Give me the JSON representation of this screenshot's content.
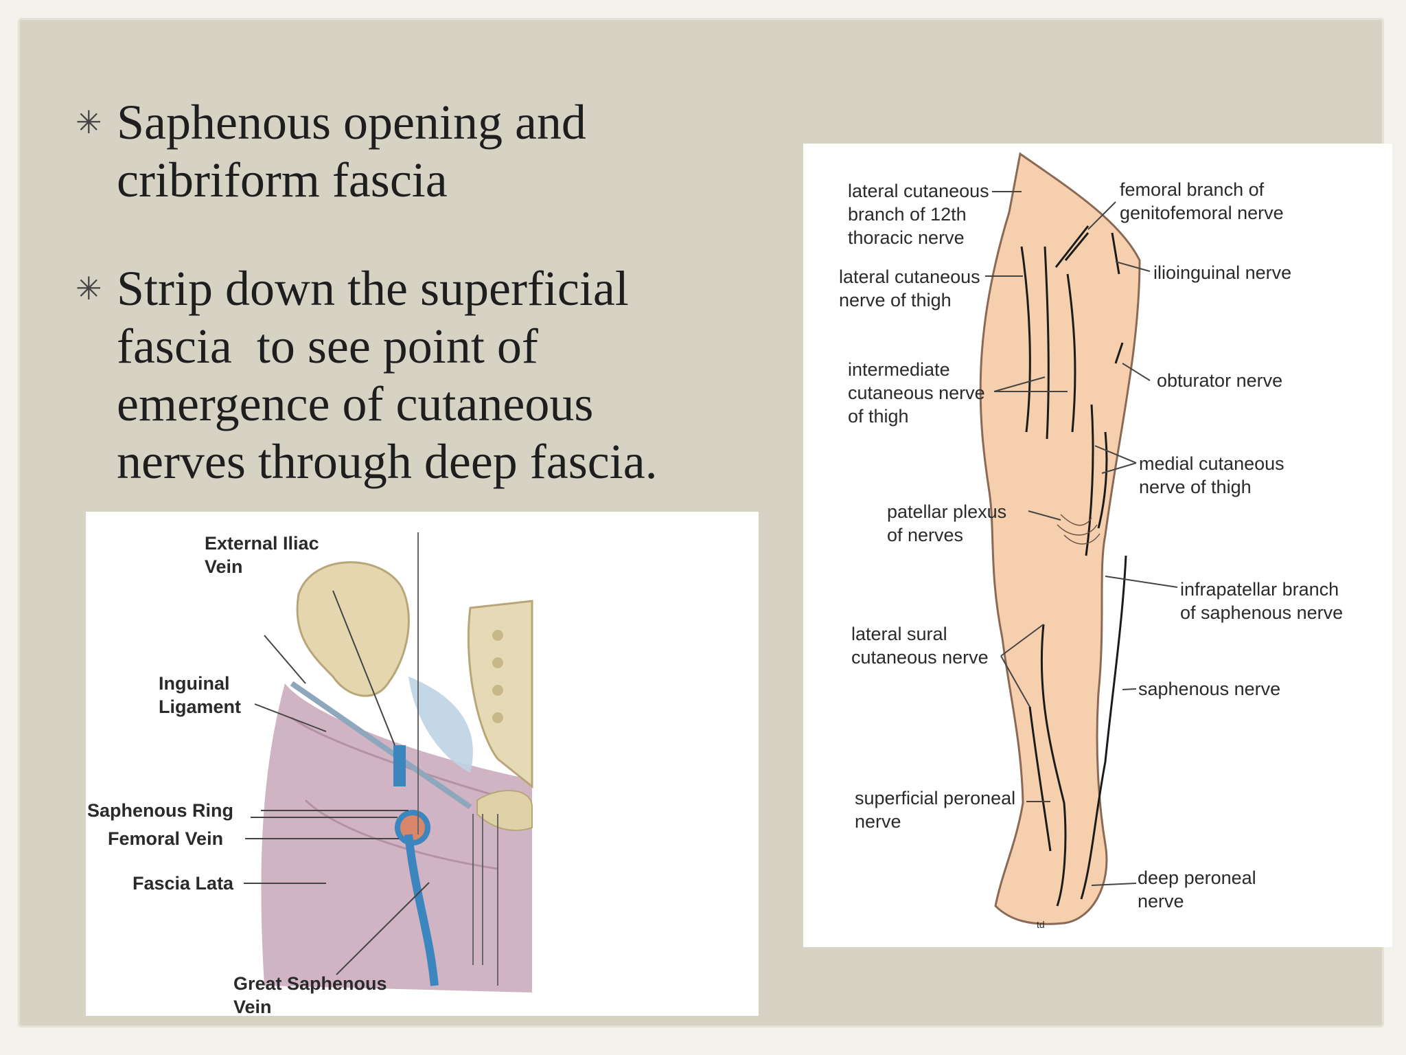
{
  "bullets": [
    {
      "marker": "✳",
      "lines": [
        "Saphenous opening and",
        "cribriform fascia"
      ]
    },
    {
      "marker": "✳",
      "lines": [
        "Strip down the superficial",
        "fascia  to see point of",
        "emergence of cutaneous",
        "nerves through deep fascia."
      ]
    }
  ],
  "pelvis_figure": {
    "labels": {
      "external_iliac_vein": [
        "External Iliac",
        "Vein"
      ],
      "inguinal_ligament": [
        "Inguinal",
        "Ligament"
      ],
      "saphenous_ring": "Saphenous Ring",
      "femoral_vein": "Femoral Vein",
      "fascia_lata": "Fascia Lata",
      "great_saphenous_vein": [
        "Great Saphenous",
        "Vein"
      ]
    }
  },
  "leg_figure": {
    "labels": {
      "lat_cut_12th": [
        "lateral cutaneous",
        "branch of 12th",
        "thoracic nerve"
      ],
      "femoral_branch": [
        "femoral branch of",
        "genitofemoral nerve"
      ],
      "ilioinguinal": "ilioinguinal nerve",
      "lat_cut_thigh": [
        "lateral cutaneous",
        "nerve of thigh"
      ],
      "intermediate": [
        "intermediate",
        "cutaneous nerve",
        "of thigh"
      ],
      "obturator": "obturator nerve",
      "medial_cut": [
        "medial cutaneous",
        "nerve of thigh"
      ],
      "patellar_plexus": [
        "patellar plexus",
        "of nerves"
      ],
      "infrapatellar": [
        "infrapatellar branch",
        "of saphenous nerve"
      ],
      "lateral_sural": [
        "lateral sural",
        "cutaneous nerve"
      ],
      "saphenous": "saphenous nerve",
      "superficial_peroneal": [
        "superficial peroneal",
        "nerve"
      ],
      "deep_peroneal": [
        "deep peroneal",
        "nerve"
      ],
      "artist_mark": "td"
    }
  }
}
